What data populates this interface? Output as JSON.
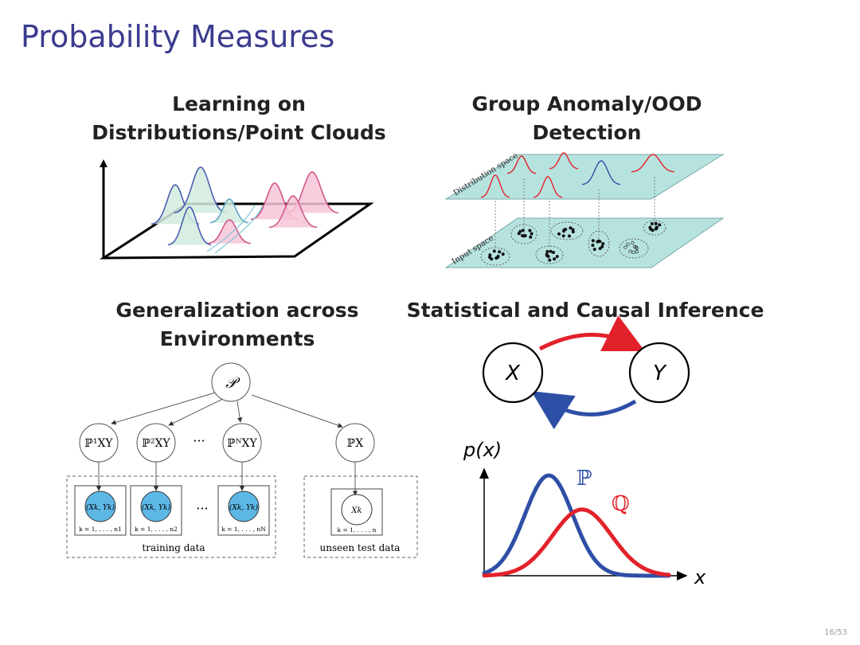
{
  "slide": {
    "title": "Probability Measures",
    "page": "16/53"
  },
  "panels": {
    "learning": {
      "line1": "Learning on",
      "line2": "Distributions/Point Clouds"
    },
    "anomaly": {
      "line1": "Group Anomaly/OOD",
      "line2": "Detection",
      "distribution_label": "Distribution space",
      "input_label": "Input space"
    },
    "generalization": {
      "line1": "Generalization across",
      "line2": "Environments",
      "root": "𝒫",
      "env1": "ℙ¹XY",
      "env2": "ℙ²XY",
      "envN": "ℙᴺXY",
      "test_env": "ℙX",
      "dots": "···",
      "obs": "(Xk, Yk)",
      "test_obs": "Xk",
      "plate1": "k = 1, . . . , n1",
      "plate2": "k = 1, . . . , n2",
      "plateN": "k = 1, . . . , nN",
      "plate_test": "k = 1, . . . , n",
      "training_label": "training data",
      "test_label": "unseen test data"
    },
    "inference": {
      "title": "Statistical and Causal Inference",
      "node_x": "X",
      "node_y": "Y",
      "ylabel": "p(x)",
      "xlabel": "x",
      "p_label": "ℙ",
      "q_label": "ℚ",
      "p_color": "#2e4fa6",
      "q_color": "#e2222b"
    }
  },
  "chart_data": {
    "type": "line",
    "xlabel": "x",
    "ylabel": "p(x)",
    "series": [
      {
        "name": "ℙ",
        "color": "#2e4fa6",
        "mean": 0.35,
        "sd": 0.13,
        "peak": 1.0
      },
      {
        "name": "ℚ",
        "color": "#e2222b",
        "mean": 0.53,
        "sd": 0.16,
        "peak": 0.66
      }
    ],
    "xlim": [
      0,
      1
    ],
    "grid": false
  }
}
